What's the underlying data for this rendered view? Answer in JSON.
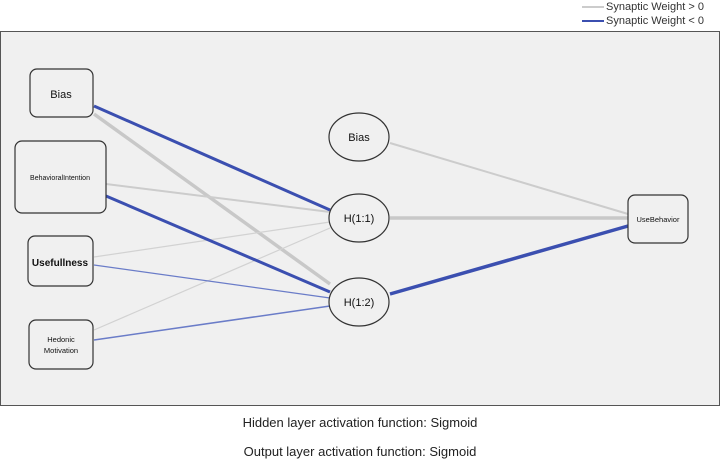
{
  "legend": {
    "positive_label": "Synaptic Weight > 0",
    "negative_label": "Synaptic Weight < 0",
    "positive_color": "#cccccc",
    "negative_color": "#3b4fb0"
  },
  "nodes": {
    "input_bias": "Bias",
    "behavioral_intention": "BehavioralIntention",
    "usefullness": "Usefullness",
    "hedonic_line1": "Hedonic",
    "hedonic_line2": "Motivation",
    "hidden_bias": "Bias",
    "h11": "H(1:1)",
    "h12": "H(1:2)",
    "output": "UseBehavior"
  },
  "connections": [
    {
      "from": "input_bias",
      "to": "h11",
      "sign": "negative",
      "weight": "strong"
    },
    {
      "from": "input_bias",
      "to": "h12",
      "sign": "positive",
      "weight": "strong"
    },
    {
      "from": "behavioral_intention",
      "to": "h11",
      "sign": "positive",
      "weight": "medium"
    },
    {
      "from": "behavioral_intention",
      "to": "h12",
      "sign": "negative",
      "weight": "strong"
    },
    {
      "from": "usefullness",
      "to": "h11",
      "sign": "positive",
      "weight": "weak"
    },
    {
      "from": "usefullness",
      "to": "h12",
      "sign": "negative",
      "weight": "weak"
    },
    {
      "from": "hedonic_motivation",
      "to": "h11",
      "sign": "positive",
      "weight": "weak"
    },
    {
      "from": "hedonic_motivation",
      "to": "h12",
      "sign": "negative",
      "weight": "weak"
    },
    {
      "from": "hidden_bias",
      "to": "output",
      "sign": "positive",
      "weight": "medium"
    },
    {
      "from": "h11",
      "to": "output",
      "sign": "positive",
      "weight": "strong"
    },
    {
      "from": "h12",
      "to": "output",
      "sign": "negative",
      "weight": "strong"
    }
  ],
  "footer": {
    "hidden_activation": "Hidden layer activation function: Sigmoid",
    "output_activation": "Output layer activation function: Sigmoid"
  }
}
